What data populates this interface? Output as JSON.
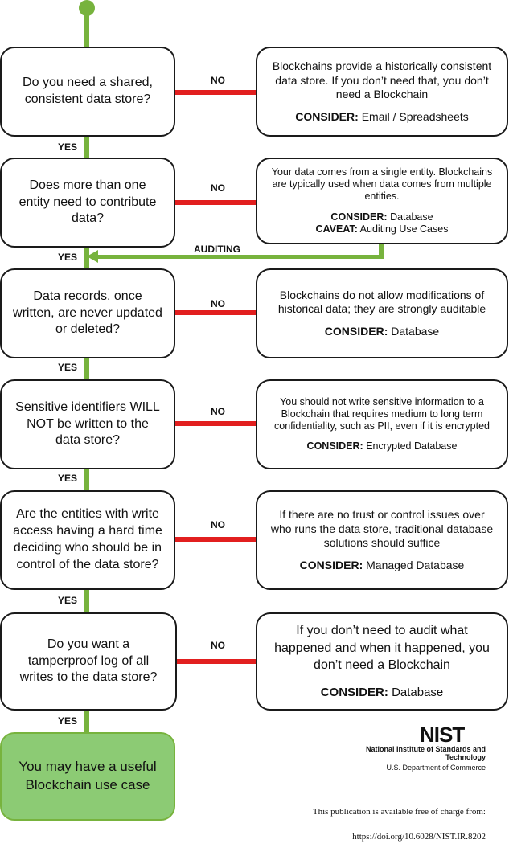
{
  "colors": {
    "yes_line": "#77b33d",
    "no_line": "#e21f1f",
    "final_fill": "#8ccb74",
    "final_border": "#77b33d"
  },
  "questions": [
    {
      "text": "Do you need a shared, consistent data store?"
    },
    {
      "text": "Does more than one entity need to contribute data?"
    },
    {
      "text": "Data records, once written, are never updated or deleted?"
    },
    {
      "text": "Sensitive identifiers WILL NOT be written to the data store?"
    },
    {
      "text": "Are the entities with write access having a hard time deciding who should be in control of the data store?"
    },
    {
      "text": "Do you want a tamperproof log of all writes to the data store?"
    }
  ],
  "answers": [
    {
      "text": "Blockchains provide a historically consistent data store. If you don’t need that, you don’t need a Blockchain",
      "consider_label": "CONSIDER:",
      "consider_value": "Email / Spreadsheets"
    },
    {
      "text": "Your data comes from a single entity. Blockchains are typically used when data comes from multiple entities.",
      "consider_label": "CONSIDER:",
      "consider_value": "Database",
      "caveat_label": "CAVEAT:",
      "caveat_value": "Auditing Use Cases"
    },
    {
      "text": "Blockchains do not allow modifications of historical data; they are strongly auditable",
      "consider_label": "CONSIDER:",
      "consider_value": "Database"
    },
    {
      "text": "You should not write sensitive information to a Blockchain that requires medium to long term confidentiality, such as PII, even if it is encrypted",
      "consider_label": "CONSIDER:",
      "consider_value": "Encrypted Database"
    },
    {
      "text": "If there are no trust or control issues over who runs the data store, traditional database solutions should suffice",
      "consider_label": "CONSIDER:",
      "consider_value": "Managed Database"
    },
    {
      "text": "If you don’t need to audit what happened and when it happened, you don’t need a Blockchain",
      "consider_label": "CONSIDER:",
      "consider_value": "Database"
    }
  ],
  "labels": {
    "no": "NO",
    "yes": "YES",
    "auditing": "AUDITING"
  },
  "final": {
    "text": "You may have a useful Blockchain use case"
  },
  "footer": {
    "logo": "NIST",
    "org": "National Institute of Standards and Technology",
    "dept": "U.S. Department of Commerce",
    "publication_line1": "This publication is available free of charge from:",
    "publication_line2": "https://doi.org/10.6028/NIST.IR.8202"
  }
}
